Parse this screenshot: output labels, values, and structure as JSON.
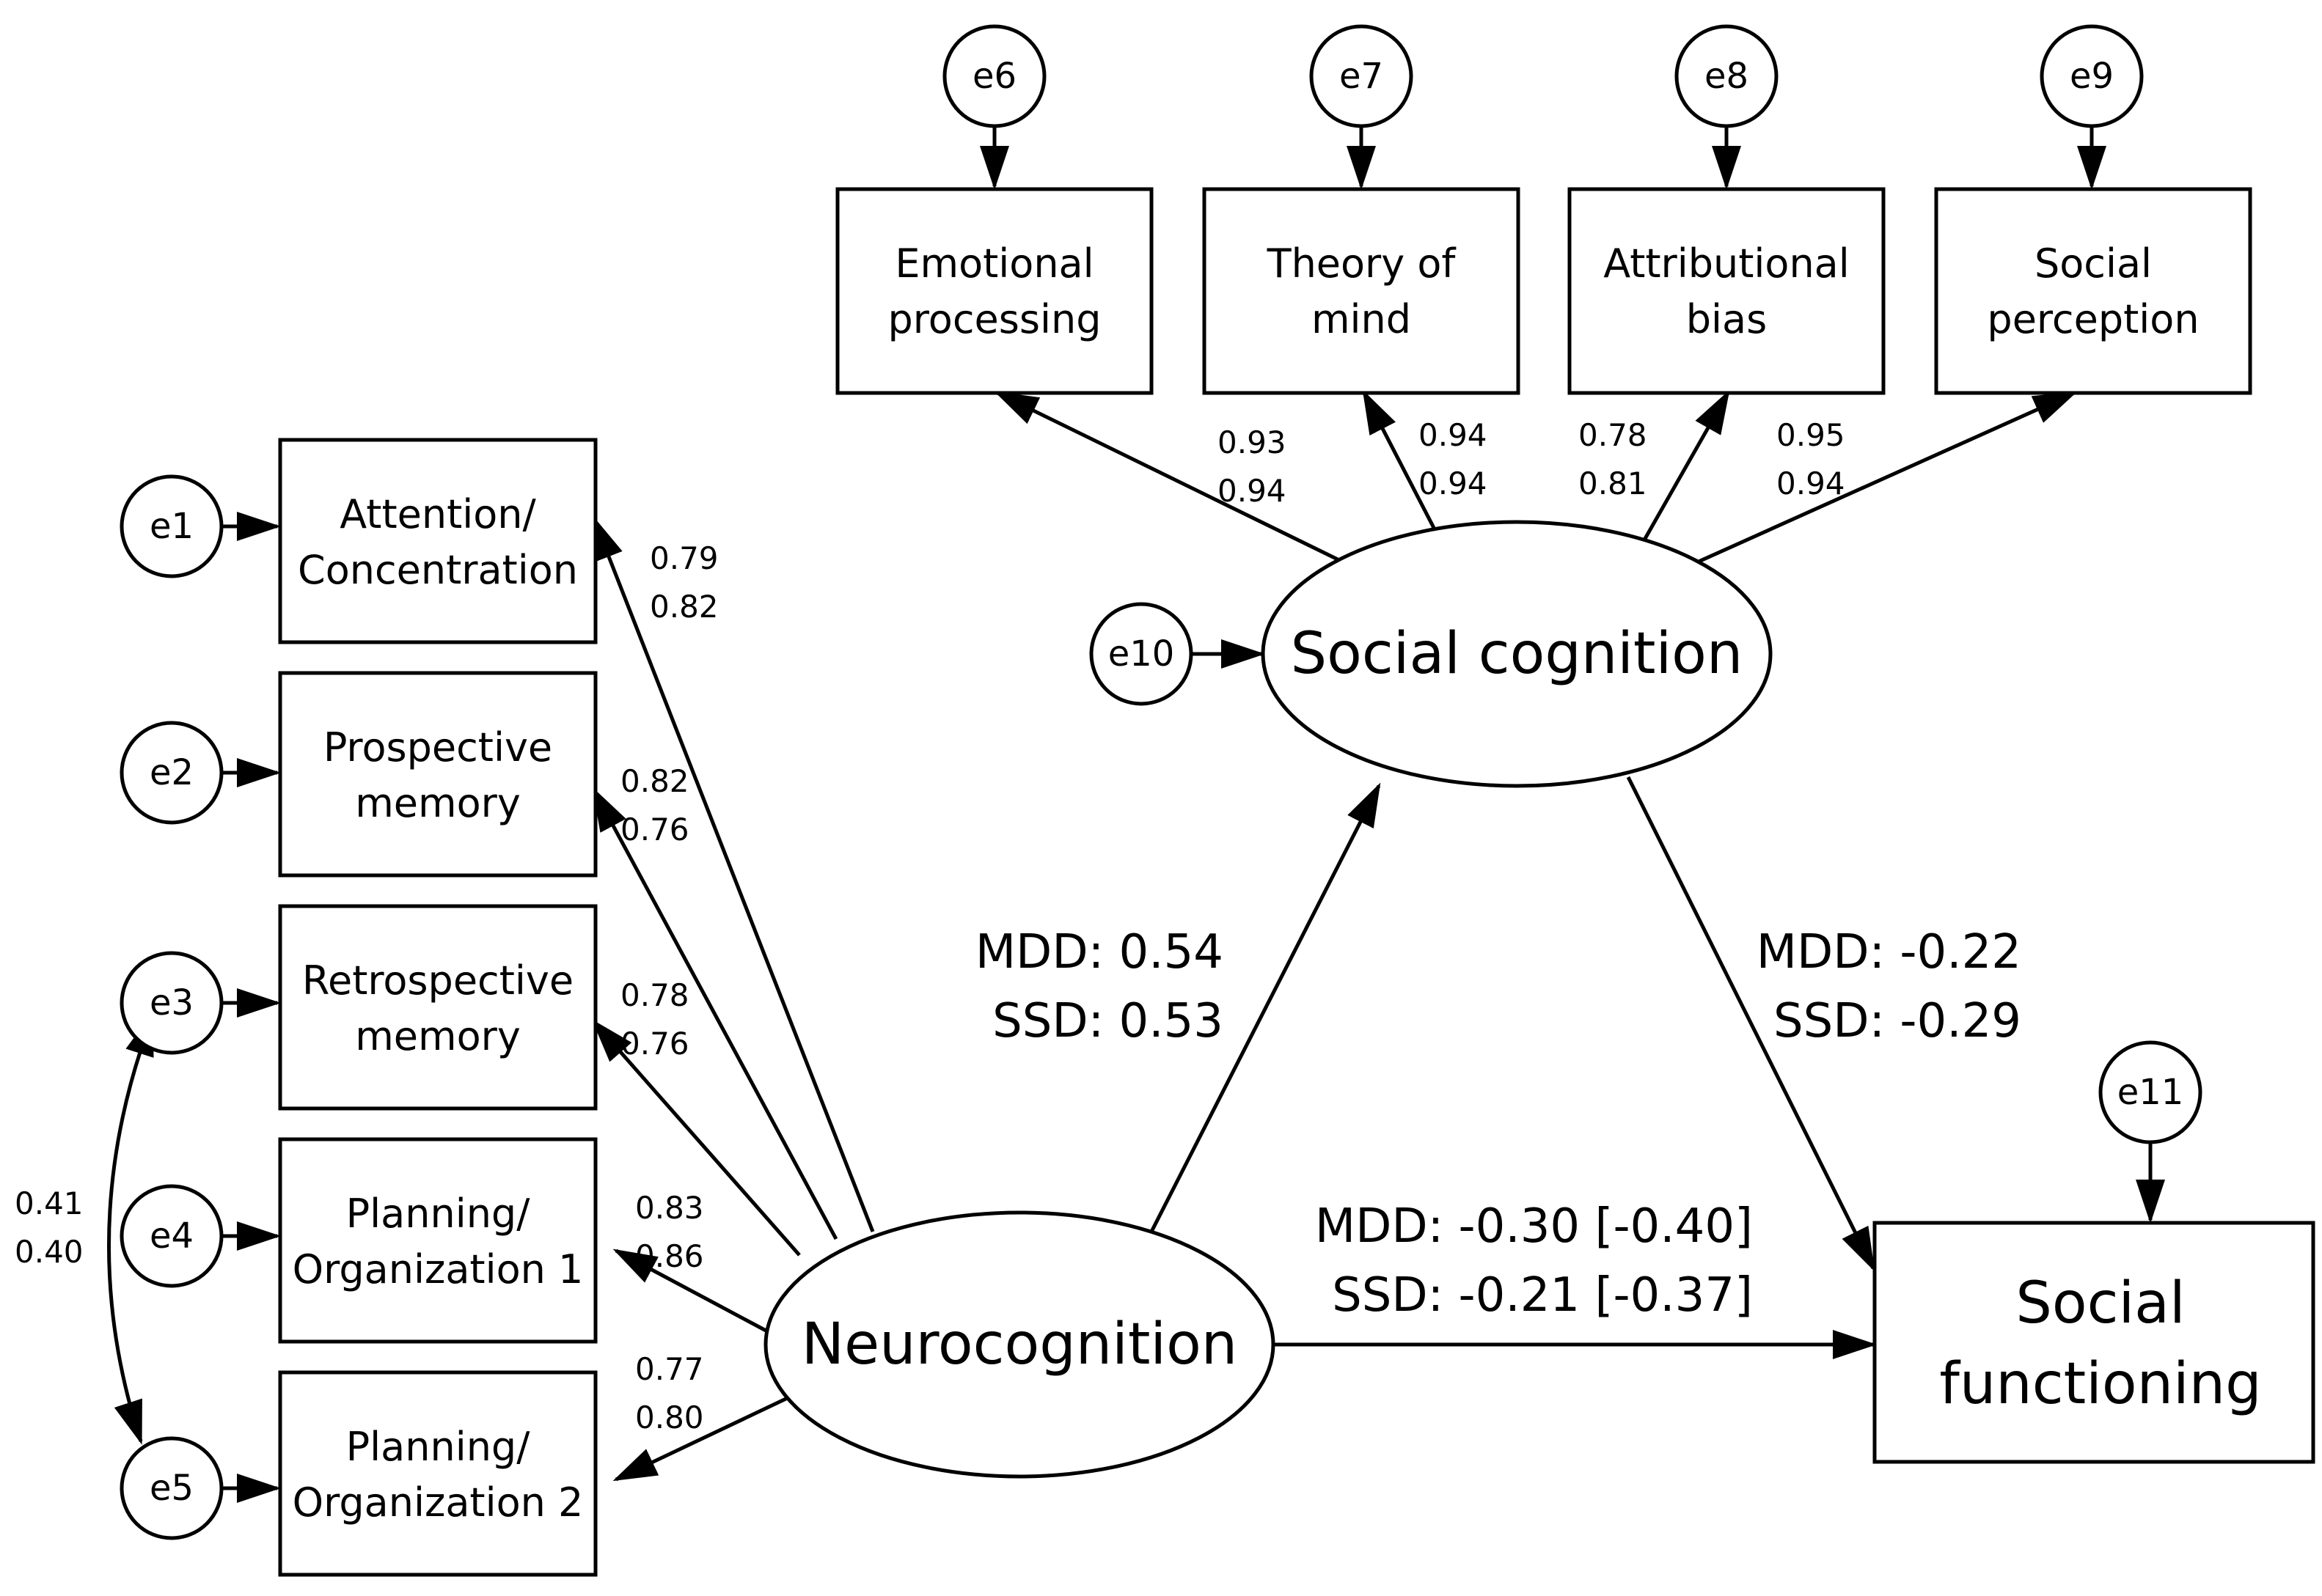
{
  "observed_left": [
    {
      "line1": "Attention/",
      "line2": "Concentration"
    },
    {
      "line1": "Prospective",
      "line2": "memory"
    },
    {
      "line1": "Retrospective",
      "line2": "memory"
    },
    {
      "line1": "Planning/",
      "line2": "Organization 1"
    },
    {
      "line1": "Planning/",
      "line2": "Organization 2"
    }
  ],
  "observed_top": [
    {
      "line1": "Emotional",
      "line2": "processing"
    },
    {
      "line1": "Theory of",
      "line2": "mind"
    },
    {
      "line1": "Attributional",
      "line2": "bias"
    },
    {
      "line1": "Social",
      "line2": "perception"
    }
  ],
  "errors": {
    "e1": "e1",
    "e2": "e2",
    "e3": "e3",
    "e4": "e4",
    "e5": "e5",
    "e6": "e6",
    "e7": "e7",
    "e8": "e8",
    "e9": "e9",
    "e10": "e10",
    "e11": "e11"
  },
  "latent": {
    "neurocognition": "Neurocognition",
    "social_cognition": "Social cognition"
  },
  "outcome": {
    "line1": "Social",
    "line2": "functioning"
  },
  "loadings_left": [
    {
      "a": "0.79",
      "b": "0.82"
    },
    {
      "a": "0.82",
      "b": "0.76"
    },
    {
      "a": "0.78",
      "b": "0.76"
    },
    {
      "a": "0.83",
      "b": "0.86"
    },
    {
      "a": "0.77",
      "b": "0.80"
    }
  ],
  "loadings_top": [
    {
      "a": "0.93",
      "b": "0.94"
    },
    {
      "a": "0.94",
      "b": "0.94"
    },
    {
      "a": "0.78",
      "b": "0.81"
    },
    {
      "a": "0.95",
      "b": "0.94"
    }
  ],
  "covariance_e3_e5": {
    "a": "0.41",
    "b": "0.40"
  },
  "paths": {
    "neuro_to_social": {
      "mdd": "MDD: 0.54",
      "ssd": "SSD: 0.53"
    },
    "social_to_func": {
      "mdd": "MDD: -0.22",
      "ssd": "SSD: -0.29"
    },
    "neuro_to_func": {
      "mdd": "MDD: -0.30 [-0.40]",
      "ssd": "SSD: -0.21 [-0.37]"
    }
  }
}
